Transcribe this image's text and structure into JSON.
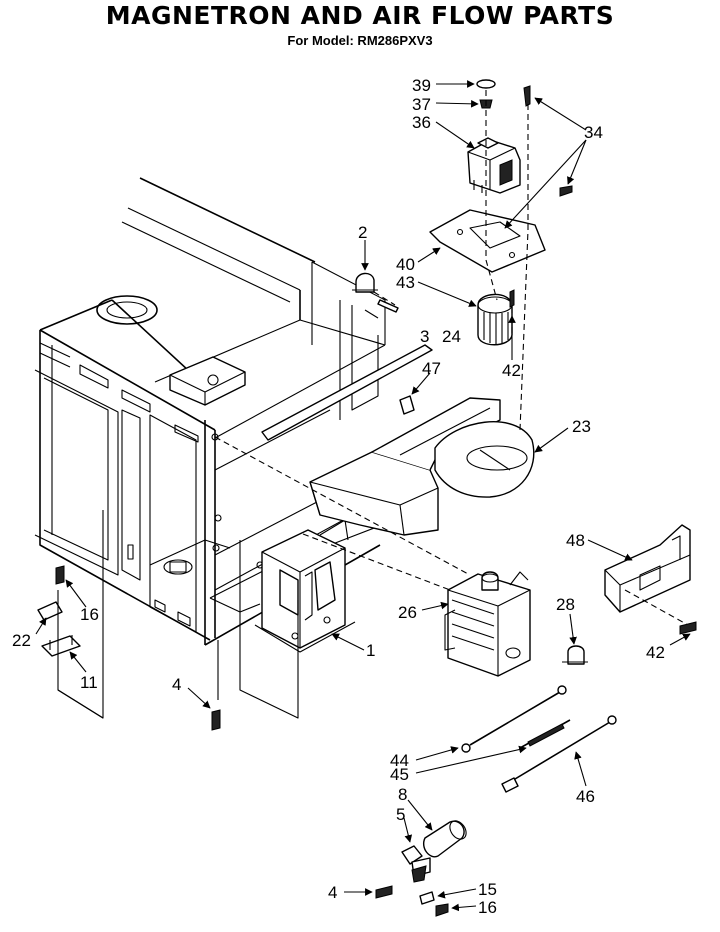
{
  "header": {
    "title": "MAGNETRON AND AIR FLOW PARTS",
    "subtitle": "For Model: RM286PXV3"
  },
  "callouts": {
    "c39": "39",
    "c37": "37",
    "c36": "36",
    "c34": "34",
    "c2": "2",
    "c40": "40",
    "c43": "43",
    "c3": "3",
    "c24": "24",
    "c42a": "42",
    "c47": "47",
    "c23": "23",
    "c48": "48",
    "c26": "26",
    "c28": "28",
    "c42b": "42",
    "c16a": "16",
    "c22": "22",
    "c11": "11",
    "c1": "1",
    "c4a": "4",
    "c44": "44",
    "c45": "45",
    "c46": "46",
    "c8": "8",
    "c5": "5",
    "c4b": "4",
    "c15": "15",
    "c16b": "16"
  }
}
